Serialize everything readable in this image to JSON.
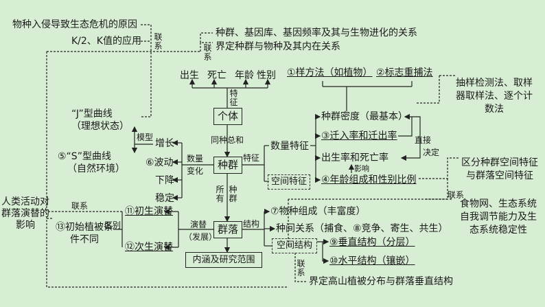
{
  "left": {
    "top1": "物种入侵导致生态危机的原因",
    "top2": "K/2、K值的应用",
    "link_left": "联系",
    "j_curve": "“J”型曲线",
    "j_state": "（理想状态）",
    "model": "模型",
    "s_curve": "⑤“S”型曲线",
    "s_env": "（自然环境）",
    "human_activity": "人类活动对群落演替的影响",
    "link_human": "联系",
    "initial_veg": "⑬初始植被条件不同",
    "distinguish": "区别"
  },
  "top": {
    "text1": "种群、基因库、基因频率及其与生物进化的关系",
    "text2": "界定种群与物种及其内在关系",
    "link_top": "联系",
    "birth": "出生",
    "death": "死亡",
    "age": "年龄",
    "sex": "性别",
    "feature": "特征",
    "sampling1": "①样方法（如植物）",
    "sampling2": "②标志重捕法",
    "methods": "抽样检测法、取样器取样法、逐个计数法"
  },
  "center": {
    "individual": "个体",
    "same_species_sum": "同种总和",
    "population": "种群",
    "all_pop": "所有种群",
    "community": "群落",
    "connotation": "内涵及研究范围",
    "feature_label": "特征",
    "quantity_change": "数量变化",
    "succession_label": "演替（发展）",
    "structure_label": "结构"
  },
  "quantity": {
    "increase": "增长",
    "fluctuate": "⑥波动",
    "decrease": "下降",
    "stable": "稳定"
  },
  "features": {
    "quantity_feature": "数量特征",
    "spatial_feature": "空间特征",
    "density": "种群密度（最基本）",
    "migration": "③迁入率和迁出率",
    "birth_death": "出生率和死亡率",
    "influence": "影响",
    "age_sex": "④年龄组成和性别比例",
    "direct": "直接",
    "decide": "决定",
    "distinguish_space": "区分种群空间特征与群落空间特征",
    "link_right": "联系"
  },
  "succession": {
    "primary": "⑪初生演替",
    "secondary": "⑫次生演替"
  },
  "community": {
    "species_comp": "⑦物种组成（丰富度）",
    "interspecific": "种间关系（捕食、⑧竞争、寄生、共生）",
    "spatial_structure": "空间结构",
    "vertical": "⑨垂直结构（分层）",
    "horizontal": "⑩水平结构（镶嵌）",
    "link_struct": "联系",
    "mountain": "界定高山植被分布与群落垂直结构",
    "food_web": "食物网、生态系统自我调节能力及生态系统稳定性",
    "link_food": "联系"
  }
}
